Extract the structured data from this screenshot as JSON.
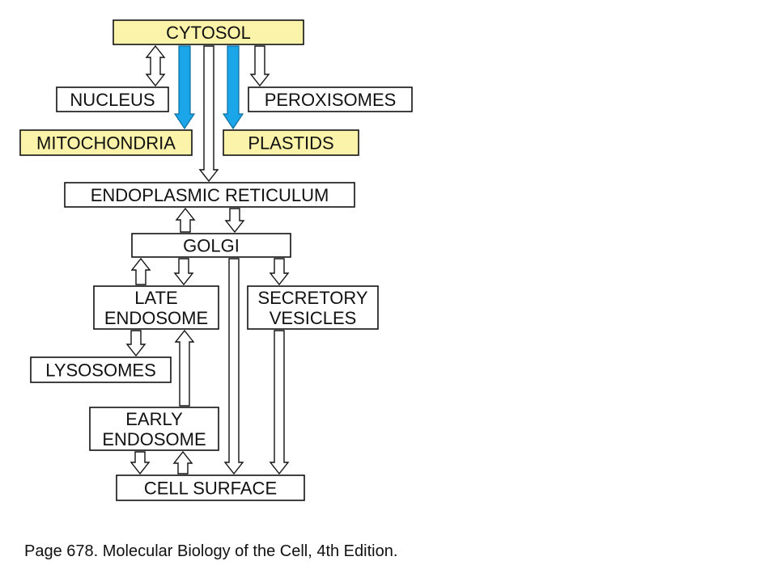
{
  "colors": {
    "highlight_fill": "#fbf3a9",
    "plain_fill": "#ffffff",
    "stroke": "#111111",
    "blue_arrow": "#1aa6e8"
  },
  "nodes": {
    "cytosol": {
      "lines": [
        "CYTOSOL"
      ],
      "highlight": true
    },
    "nucleus": {
      "lines": [
        "NUCLEUS"
      ],
      "highlight": false
    },
    "peroxisomes": {
      "lines": [
        "PEROXISOMES"
      ],
      "highlight": false
    },
    "mitochondria": {
      "lines": [
        "MITOCHONDRIA"
      ],
      "highlight": true
    },
    "plastids": {
      "lines": [
        "PLASTIDS"
      ],
      "highlight": true
    },
    "er": {
      "lines": [
        "ENDOPLASMIC RETICULUM"
      ],
      "highlight": false
    },
    "golgi": {
      "lines": [
        "GOLGI"
      ],
      "highlight": false
    },
    "late_endosome": {
      "lines": [
        "LATE",
        "ENDOSOME"
      ],
      "highlight": false
    },
    "secretory_vesicles": {
      "lines": [
        "SECRETORY",
        "VESICLES"
      ],
      "highlight": false
    },
    "lysosomes": {
      "lines": [
        "LYSOSOMES"
      ],
      "highlight": false
    },
    "early_endosome": {
      "lines": [
        "EARLY",
        "ENDOSOME"
      ],
      "highlight": false
    },
    "cell_surface": {
      "lines": [
        "CELL SURFACE"
      ],
      "highlight": false
    }
  },
  "edges": [
    {
      "from": "cytosol",
      "to": "nucleus",
      "style": "double",
      "bidirectional": true
    },
    {
      "from": "cytosol",
      "to": "mitochondria",
      "style": "blue"
    },
    {
      "from": "cytosol",
      "to": "er",
      "style": "double"
    },
    {
      "from": "cytosol",
      "to": "plastids",
      "style": "blue"
    },
    {
      "from": "cytosol",
      "to": "peroxisomes",
      "style": "double"
    },
    {
      "from": "golgi",
      "to": "er",
      "style": "double"
    },
    {
      "from": "er",
      "to": "golgi",
      "style": "double"
    },
    {
      "from": "late_endosome",
      "to": "golgi",
      "style": "double"
    },
    {
      "from": "golgi",
      "to": "late_endosome",
      "style": "double"
    },
    {
      "from": "golgi",
      "to": "secretory_vesicles",
      "style": "double"
    },
    {
      "from": "golgi",
      "to": "cell_surface",
      "style": "double"
    },
    {
      "from": "late_endosome",
      "to": "lysosomes",
      "style": "double"
    },
    {
      "from": "early_endosome",
      "to": "late_endosome",
      "style": "double"
    },
    {
      "from": "secretory_vesicles",
      "to": "cell_surface",
      "style": "double"
    },
    {
      "from": "early_endosome",
      "to": "cell_surface",
      "style": "double"
    },
    {
      "from": "cell_surface",
      "to": "early_endosome",
      "style": "double"
    }
  ],
  "caption": "Page 678. Molecular Biology of the Cell, 4th Edition."
}
